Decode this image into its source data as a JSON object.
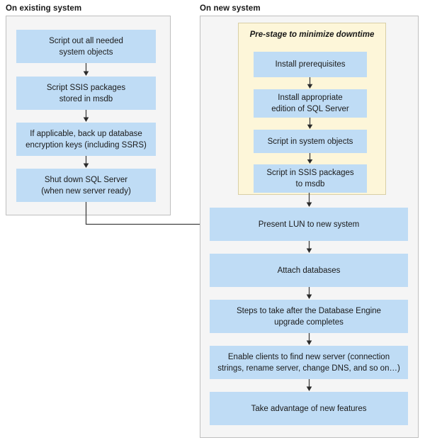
{
  "colors": {
    "node_fill": "#bfdcf5",
    "panel_fill": "#f5f5f5",
    "panel_border": "#bfbfbf",
    "prestage_fill": "#fdf6d9",
    "prestage_border": "#d8cfa6",
    "arrow": "#404040",
    "text": "#1a1a1a"
  },
  "panels": [
    {
      "id": "existing",
      "title": "On existing system"
    },
    {
      "id": "new",
      "title": "On new system"
    }
  ],
  "existing_system": {
    "title": "On existing system",
    "steps": [
      {
        "line1": "Script out all needed",
        "line2": "system objects"
      },
      {
        "line1": "Script SSIS packages",
        "line2": "stored in msdb"
      },
      {
        "line1": "If applicable, back up database",
        "line2": "encryption keys (including SSRS)"
      },
      {
        "line1": "Shut down SQL Server",
        "line2": "(when new server ready)"
      }
    ]
  },
  "new_system": {
    "title": "On new system",
    "prestage": {
      "title": "Pre-stage to minimize downtime",
      "steps": [
        {
          "line1": "Install prerequisites",
          "line2": ""
        },
        {
          "line1": "Install appropriate",
          "line2": "edition of SQL Server"
        },
        {
          "line1": "Script in system objects",
          "line2": ""
        },
        {
          "line1": "Script in SSIS packages",
          "line2": "to msdb"
        }
      ]
    },
    "steps": [
      {
        "line1": "Present LUN to new system",
        "line2": ""
      },
      {
        "line1": "Attach databases",
        "line2": ""
      },
      {
        "line1": "Steps to take after the Database Engine",
        "line2": "upgrade completes"
      },
      {
        "line1": "Enable clients to find new server (connection",
        "line2": "strings, rename server, change DNS, and so on…)"
      },
      {
        "line1": "Take advantage of new features",
        "line2": ""
      }
    ]
  },
  "connectors": {
    "cross_panel_label": "from Shut down SQL Server to Present LUN to new system"
  }
}
